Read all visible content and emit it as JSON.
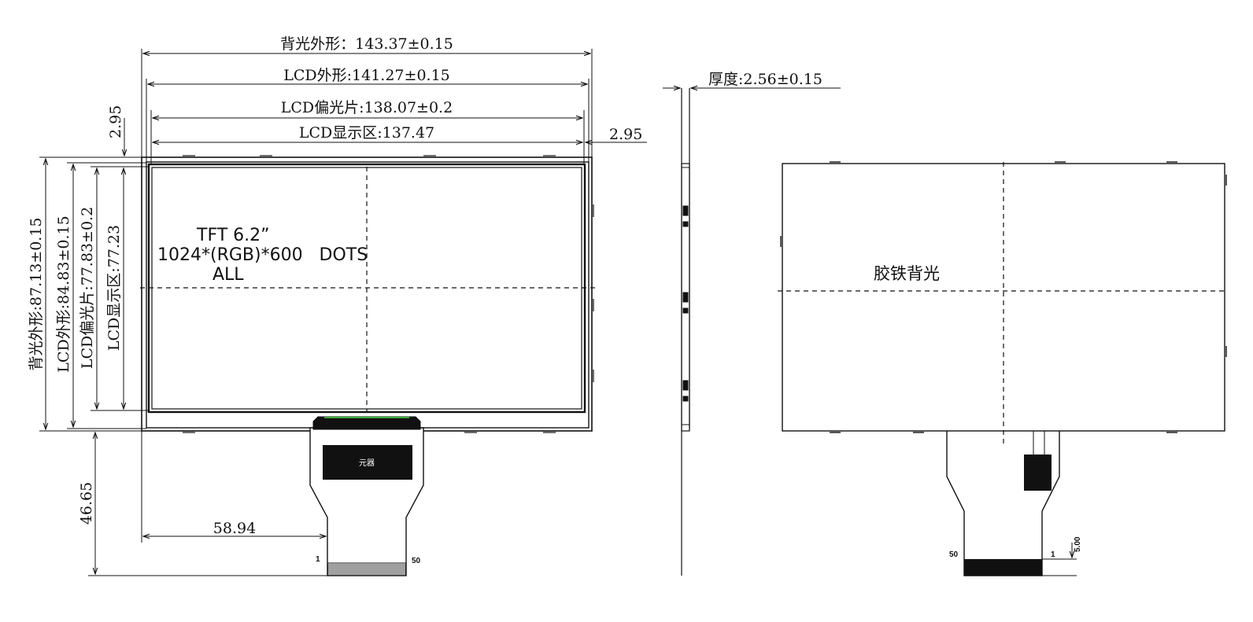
{
  "front_view": {
    "dims": {
      "backlight_width": "背光外形：143.37±0.15",
      "lcd_width": "LCD外形:141.27±0.15",
      "polarizer_width": "LCD偏光片:138.07±0.2",
      "active_width": "LCD显示区:137.47",
      "top_margin": "2.95",
      "right_margin": "2.95",
      "backlight_height": "背光外形:87.13±0.15",
      "lcd_height": "LCD外形:84.83±0.15",
      "polarizer_height": "LCD偏光片:77.83±0.2",
      "active_height": "LCD显示区:77.23",
      "fpc_offset": "58.94",
      "fpc_length": "46.65"
    },
    "panel_text": {
      "line1": "TFT 6.2”",
      "line2": "1024*(RGB)*600   DOTS",
      "line3": "ALL"
    },
    "ic_label": "元器",
    "pin_first": "1",
    "pin_last": "50"
  },
  "side_view": {
    "thickness": "厚度:2.56±0.15"
  },
  "back_view": {
    "label": "胶铁背光",
    "pin_first": "50",
    "pin_last": "1",
    "tail_dim": "5.00"
  }
}
